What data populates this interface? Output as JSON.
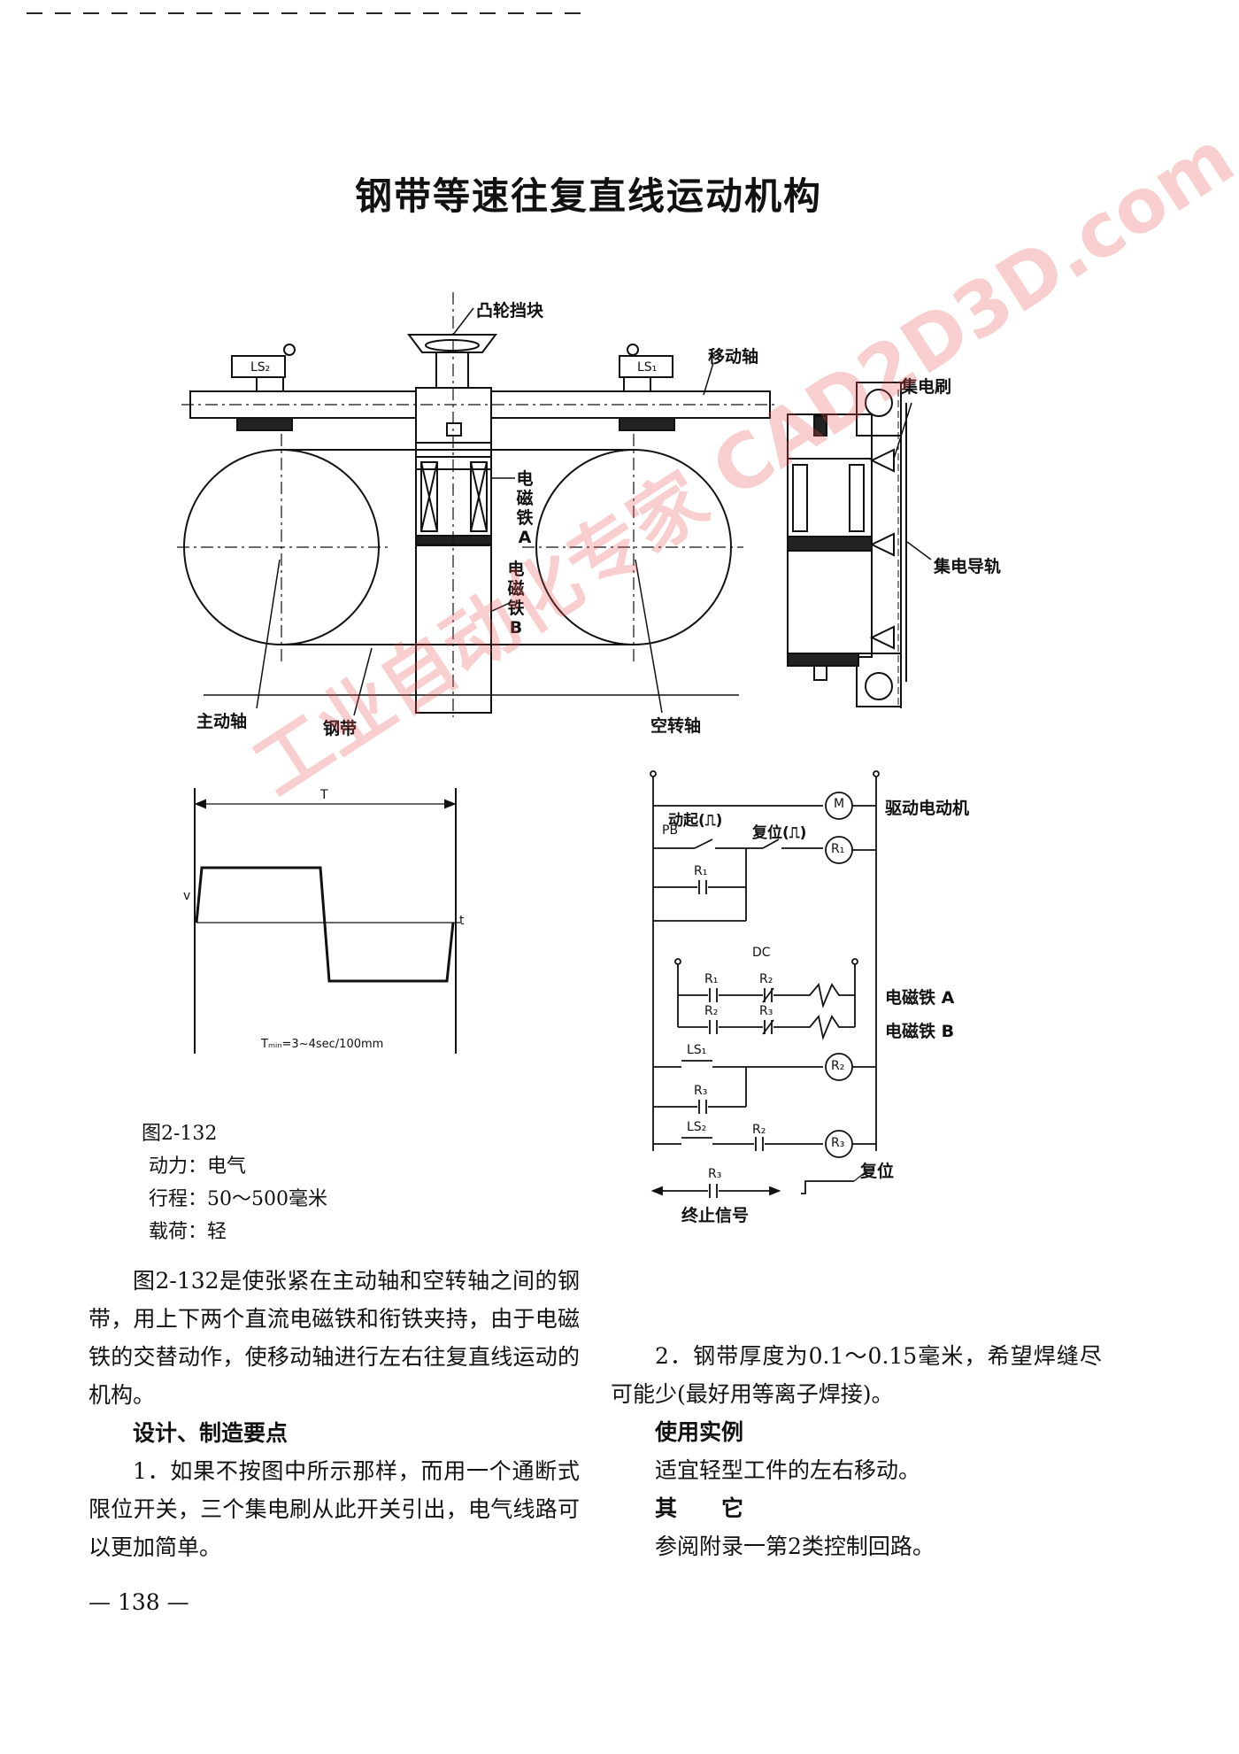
{
  "title": "钢带等速往复直线运动机构",
  "mechanism": {
    "cam_block": "凸轮挡块",
    "moving_shaft": "移动轴",
    "brush": "集电刷",
    "rail": "集电导轨",
    "driving_shaft": "主动轴",
    "steel_belt": "钢带",
    "idle_shaft": "空转轴",
    "magnet_a": [
      "电",
      "磁",
      "铁",
      "A"
    ],
    "magnet_b": [
      "电",
      "磁",
      "铁",
      "B"
    ],
    "ls_left": "LS₂",
    "ls_right": "LS₁"
  },
  "waveform": {
    "T": "T",
    "v": "v",
    "t": "t",
    "note": "Tₘᵢₙ=3~4sec/100mm"
  },
  "circuit": {
    "motor_label": "驱动电动机",
    "M": "M",
    "start": "动起(⎍)",
    "pb": "PB",
    "reset_pulse": "复位(⎍)",
    "R1_coil": "R₁",
    "R1": "R₁",
    "dc": "DC",
    "row_a_left": "R₁",
    "row_a_right": "R₂",
    "row_b_left": "R₂",
    "row_b_right": "R₃",
    "magnet_a": "电磁铁 A",
    "magnet_b": "电磁铁 B",
    "ls1": "LS₁",
    "R2_coil": "R₂",
    "R3_lbl": "R₃",
    "ls2": "LS₂",
    "R2_lbl": "R₂",
    "R3_coil": "R₃",
    "R3_bottom": "R₃",
    "reset": "复位",
    "stop_signal": "终止信号"
  },
  "figure": {
    "number": "图2-132",
    "power": "动力：电气",
    "stroke": "行程：50～500毫米",
    "load": "载荷：轻"
  },
  "body": {
    "intro": "图2-132是使张紧在主动轴和空转轴之间的钢带，用上下两个直流电磁铁和衔铁夹持，由于电磁铁的交替动作，使移动轴进行左右往复直线运动的机构。",
    "design_head": "设计、制造要点",
    "point1": "1．如果不按图中所示那样，而用一个通断式限位开关，三个集电刷从此开关引出，电气线路可以更加简单。",
    "point2": "2．钢带厚度为0.1～0.15毫米，希望焊缝尽可能少(最好用等离子焊接)。",
    "usage_head": "使用实例",
    "usage": "适宜轻型工件的左右移动。",
    "other_head": "其　　它",
    "other": "参阅附录一第2类控制回路。"
  },
  "page_number": "— 138 —",
  "watermark": "工业自动化专家 CAD2D3D.com"
}
